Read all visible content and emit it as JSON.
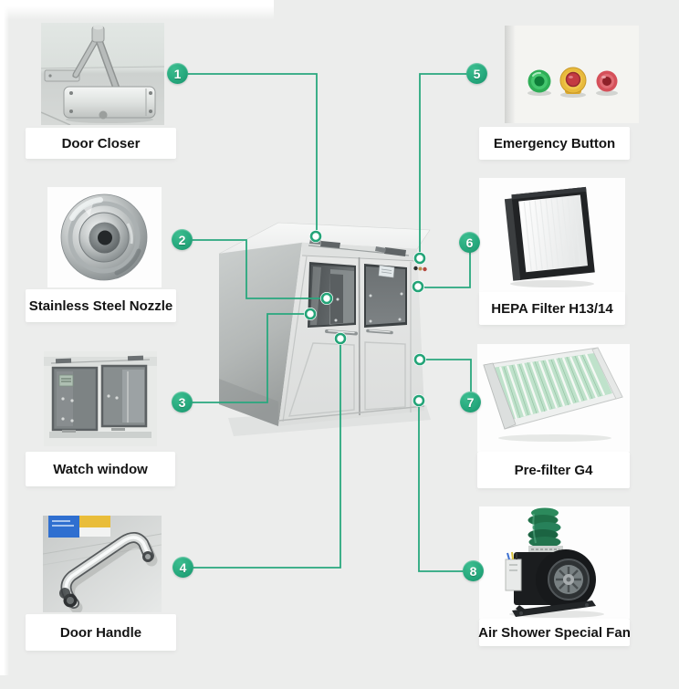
{
  "accent_color": "#29a87e",
  "background_color": "#ecedec",
  "label_text_color": "#141414",
  "components": [
    {
      "num": "1",
      "label": "Door Closer"
    },
    {
      "num": "2",
      "label": "Stainless Steel Nozzle"
    },
    {
      "num": "3",
      "label": "Watch window"
    },
    {
      "num": "4",
      "label": "Door Handle"
    },
    {
      "num": "5",
      "label": "Emergency Button"
    },
    {
      "num": "6",
      "label": "HEPA Filter H13/14"
    },
    {
      "num": "7",
      "label": "Pre-filter G4"
    },
    {
      "num": "8",
      "label": "Air Shower Special Fan"
    }
  ]
}
